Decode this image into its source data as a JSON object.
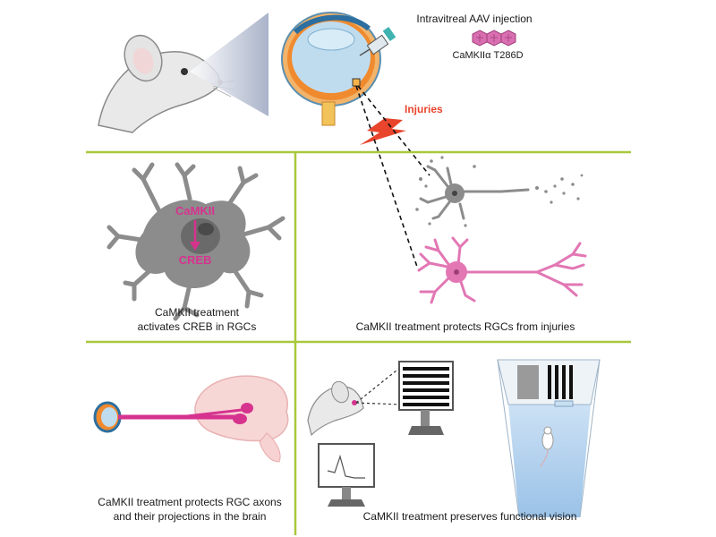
{
  "top": {
    "injection_title": "Intravitreal AAV injection",
    "construct_label": "CaMKIIα T286D",
    "injuries_label": "Injuries"
  },
  "panels": {
    "creb": {
      "camkii_label": "CaMKII",
      "creb_label": "CREB",
      "caption_line1": "CaMKII treatment",
      "caption_line2": "activates CREB in RGCs"
    },
    "protect": {
      "caption": "CaMKII treatment protects RGCs from injuries"
    },
    "axons": {
      "caption_line1": "CaMKII treatment protects RGC axons",
      "caption_line2": "and their projections in the brain"
    },
    "vision": {
      "caption": "CaMKII treatment preserves functional vision"
    }
  },
  "colors": {
    "divider": "#a8c83c",
    "magenta": "#d6338f",
    "pink_neuron": "#e277b4",
    "gray_neuron": "#8c8c8c",
    "injury_red": "#e8452c",
    "aav_capsid": "#d96fb0",
    "water": "#a9ccec"
  }
}
